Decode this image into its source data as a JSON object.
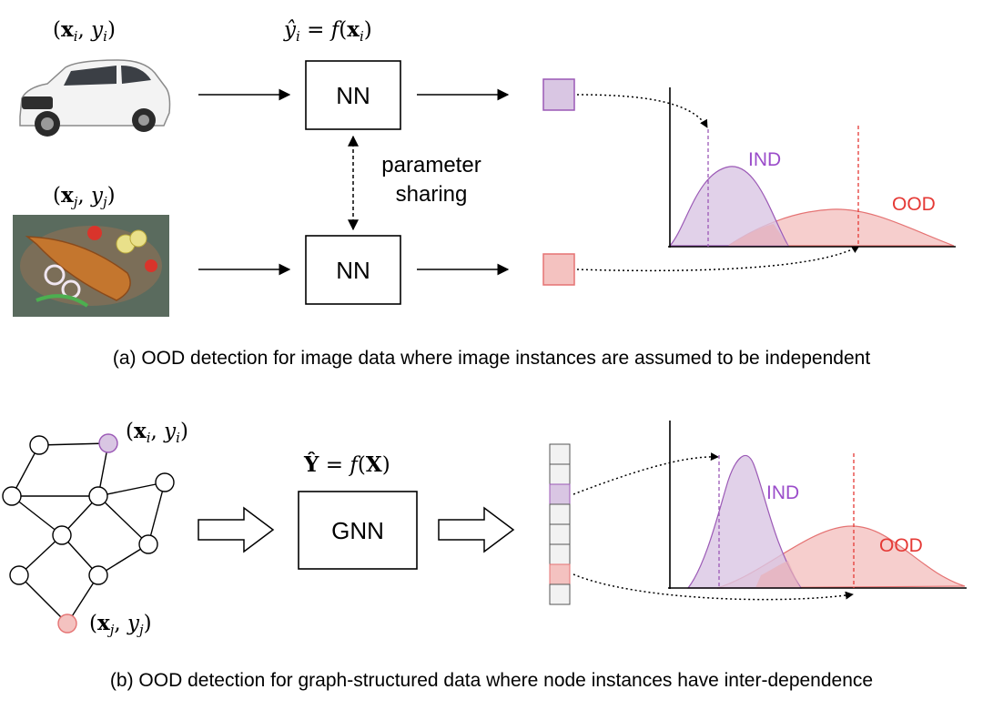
{
  "panel_a": {
    "input_i_label": "(x_i, y_i)",
    "input_j_label": "(x_j, y_j)",
    "formula": "ŷ_i = f(x_i)",
    "nn_top": "NN",
    "nn_bottom": "NN",
    "sharing_line1": "parameter",
    "sharing_line2": "sharing",
    "ind_label": "IND",
    "ood_label": "OOD",
    "caption": "(a) OOD detection for image data where image instances are assumed to be independent",
    "image_i": "car-photo",
    "image_j": "fish-dish-photo"
  },
  "panel_b": {
    "node_i_label": "(x_i, y_i)",
    "node_j_label": "(x_j, y_j)",
    "formula": "Ŷ = f(X)",
    "gnn": "GNN",
    "ind_label": "IND",
    "ood_label": "OOD",
    "caption": "(b) OOD detection for graph-structured data where node instances have inter-dependence"
  },
  "colors": {
    "ind_fill": "#d9c6e3",
    "ind_stroke": "#9b59b6",
    "ind_text": "#9b4dca",
    "ood_fill": "#f4c2c0",
    "ood_stroke": "#e57373",
    "ood_text": "#e53935"
  }
}
